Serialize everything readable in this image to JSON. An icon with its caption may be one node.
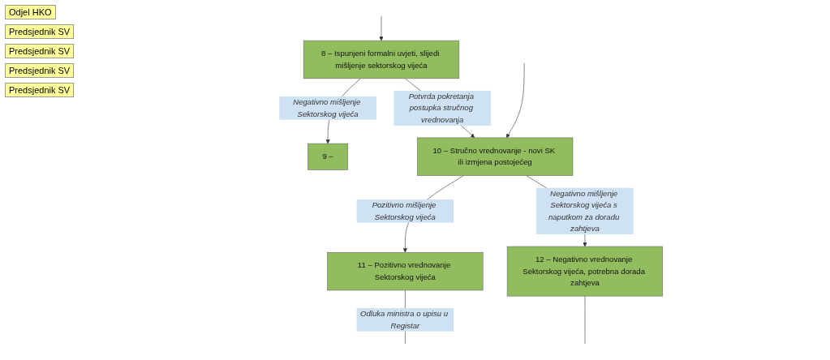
{
  "diagram": {
    "nodes": [
      {
        "text": [
          "8 – Ispunjeni formalni uvjeti, slijedi mišljenje sektorskog vijeća"
        ]
      },
      {
        "text": [
          "9 –"
        ]
      },
      {
        "text": [
          "10 – Stručno vrednovanje - novi SK ili izmjena postojećeg"
        ]
      },
      {
        "text": [
          "11 – Pozitivno vrednovanje Sektorskog vijeća"
        ]
      },
      {
        "text": [
          "12 – Negativno vrednovanje Sektorskog vijeća, potrebna dorada zahtjeva"
        ]
      }
    ],
    "edges": [
      {
        "from": null,
        "to": 0,
        "arrow": "to"
      },
      {
        "from": 0,
        "to": 1,
        "arrow": "to",
        "label": "Negativno mišljenje Sektorskog vijeća"
      },
      {
        "from": 0,
        "to": 2,
        "arrow": "to",
        "label": "Potvrda pokretanja postupka stručnog vrednovanja"
      },
      {
        "from": null,
        "to": 2,
        "arrow": "to"
      },
      {
        "from": 2,
        "to": 3,
        "arrow": "to",
        "label": "Pozitivno mišljenje Sektorskog vijeća"
      },
      {
        "from": 2,
        "to": 4,
        "arrow": "to",
        "label": "Negativno mišljenje Sektorskog vijeća s naputkom za doradu zahtjeva"
      },
      {
        "from": 3,
        "to": null,
        "arrow": "none",
        "label": "Odluka ministra o upisu u Registar"
      },
      {
        "from": 4,
        "to": null,
        "arrow": "none"
      }
    ],
    "labels": [
      "Odjel HKO",
      "Predsjednik SV",
      "Predsjednik SV",
      "Predsjednik SV",
      "Predsjednik SV"
    ]
  }
}
